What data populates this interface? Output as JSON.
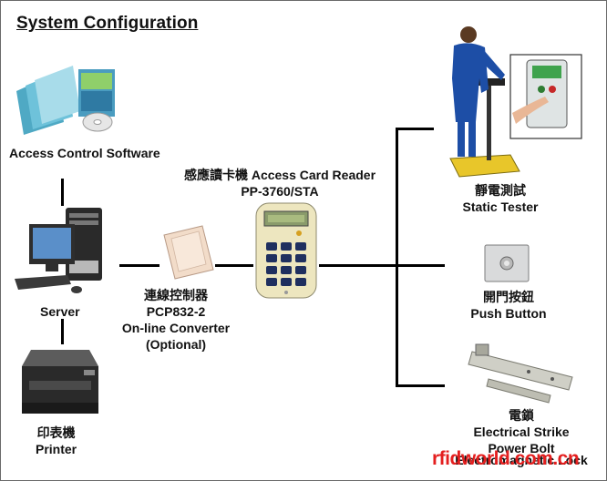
{
  "title": "System Configuration",
  "nodes": {
    "software": {
      "label": "Access Control Software"
    },
    "server": {
      "label": "Server"
    },
    "printer": {
      "label_zh": "印表機",
      "label_en": "Printer"
    },
    "converter": {
      "label_zh": "連線控制器",
      "model": "PCP832-2",
      "label_en": "On-line Converter",
      "note": "(Optional)"
    },
    "reader": {
      "label_line1": "感應讀卡機 Access Card Reader",
      "model": "PP-3760/STA"
    },
    "static_tester": {
      "label_zh": "靜電測試",
      "label_en": "Static Tester"
    },
    "push_button": {
      "label_zh": "開門按鈕",
      "label_en": "Push Button"
    },
    "lock": {
      "label_zh": "電鎖",
      "line1": "Electrical Strike",
      "line2": "Power Bolt",
      "line3": "Electromagnetic Lock"
    }
  },
  "watermark": "rfidworld.com.cn",
  "colors": {
    "line": "#000000",
    "watermark": "#e41f1f"
  }
}
